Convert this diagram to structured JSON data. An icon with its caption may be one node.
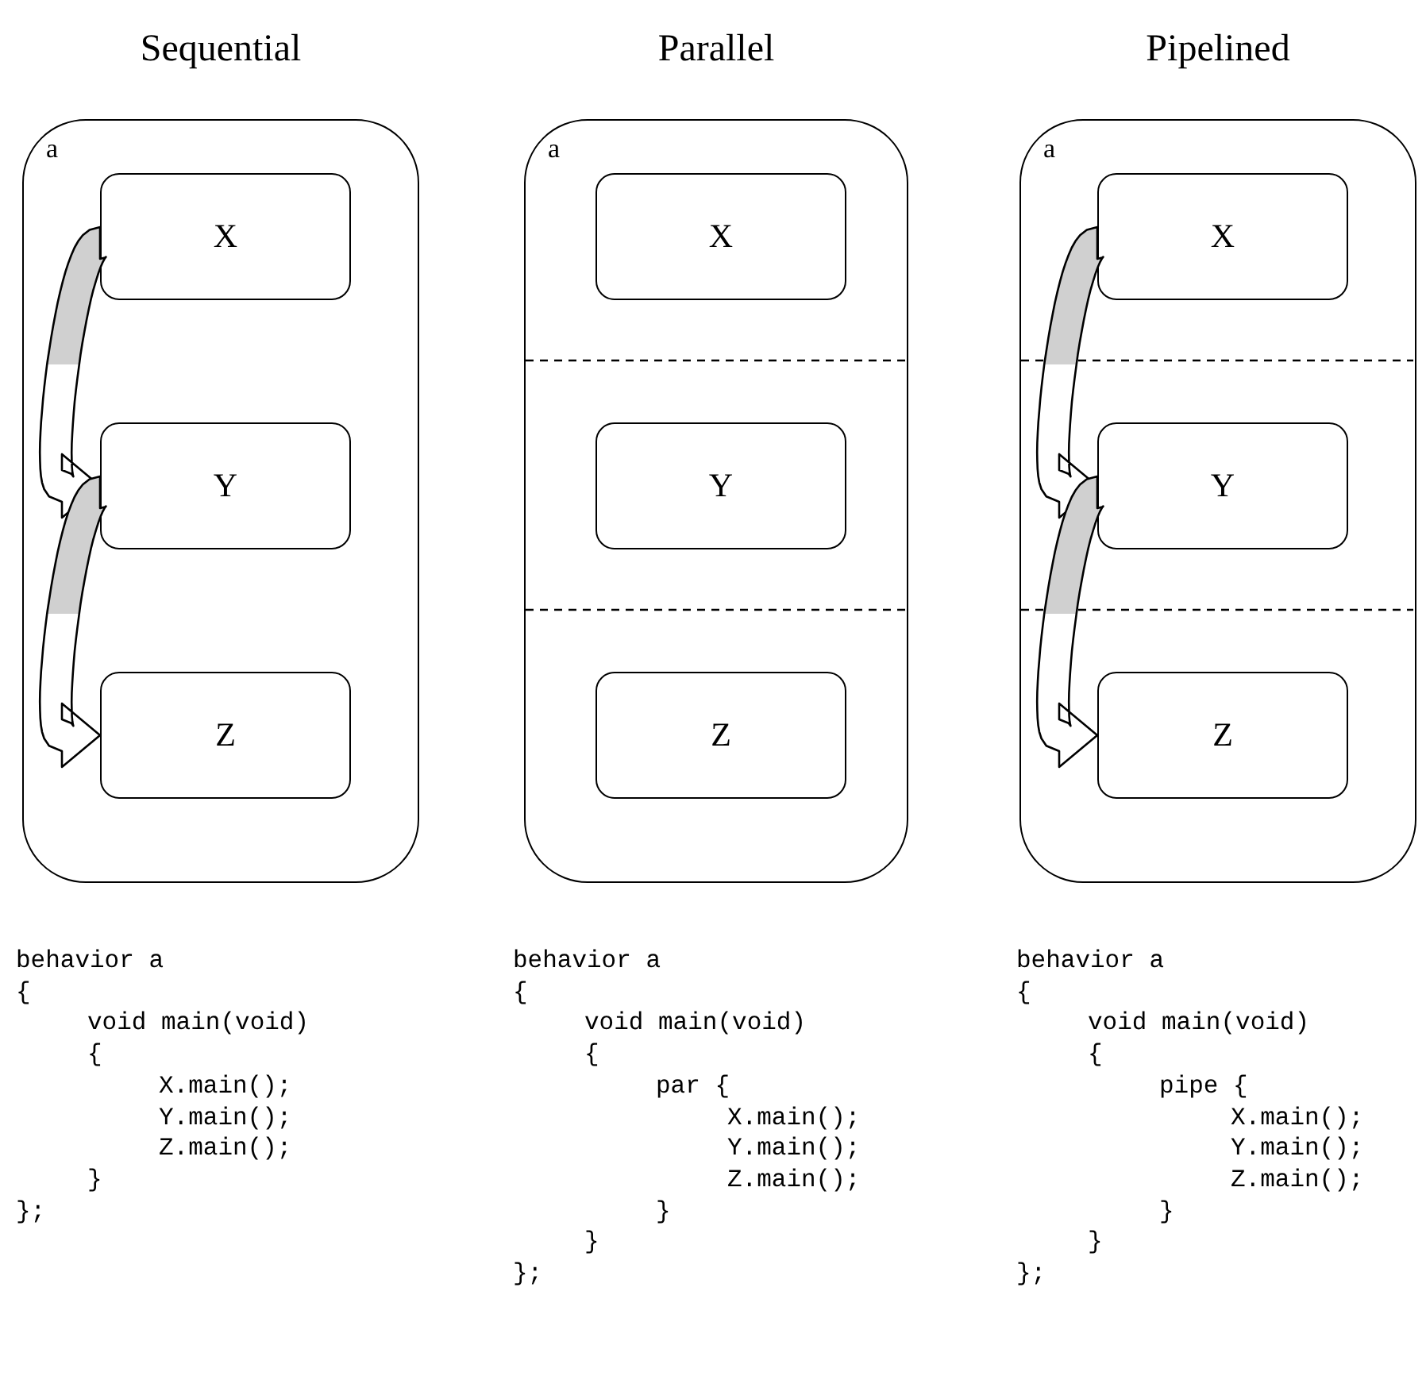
{
  "diagram": {
    "nodes": [
      {
        "text": [
          "Sequential",
          "a"
        ]
      },
      {
        "text": [
          "X"
        ],
        "in": 0
      },
      {
        "text": [
          "Y"
        ],
        "in": 0
      },
      {
        "text": [
          "Z"
        ],
        "in": 0
      },
      {
        "text": [
          "Parallel",
          "a"
        ]
      },
      {
        "text": [
          "X"
        ],
        "in": 4
      },
      {
        "text": [
          "Y"
        ],
        "in": 4
      },
      {
        "text": [
          "Z"
        ],
        "in": 4
      },
      {
        "text": [
          "Pipelined",
          "a"
        ]
      },
      {
        "text": [
          "X"
        ],
        "in": 8
      },
      {
        "text": [
          "Y"
        ],
        "in": 8
      },
      {
        "text": [
          "Z"
        ],
        "in": 8
      }
    ],
    "edges": [
      {
        "from": 1,
        "to": 2,
        "arrow": "to"
      },
      {
        "from": 2,
        "to": 3,
        "arrow": "to"
      },
      {
        "from": 9,
        "to": 10,
        "arrow": "to"
      },
      {
        "from": 10,
        "to": 11,
        "arrow": "to"
      }
    ],
    "labels": [
      "behavior a",
      "{",
      "void main(void)",
      "{",
      "X.main();",
      "Y.main();",
      "Z.main();",
      "}",
      "};",
      "behavior a",
      "{",
      "void main(void)",
      "{",
      "par {",
      "X.main();",
      "Y.main();",
      "Z.main();",
      "}",
      "}",
      "};",
      "behavior a",
      "{",
      "void main(void)",
      "{",
      "pipe {",
      "X.main();",
      "Y.main();",
      "Z.main();",
      "}",
      "}",
      "};"
    ]
  }
}
